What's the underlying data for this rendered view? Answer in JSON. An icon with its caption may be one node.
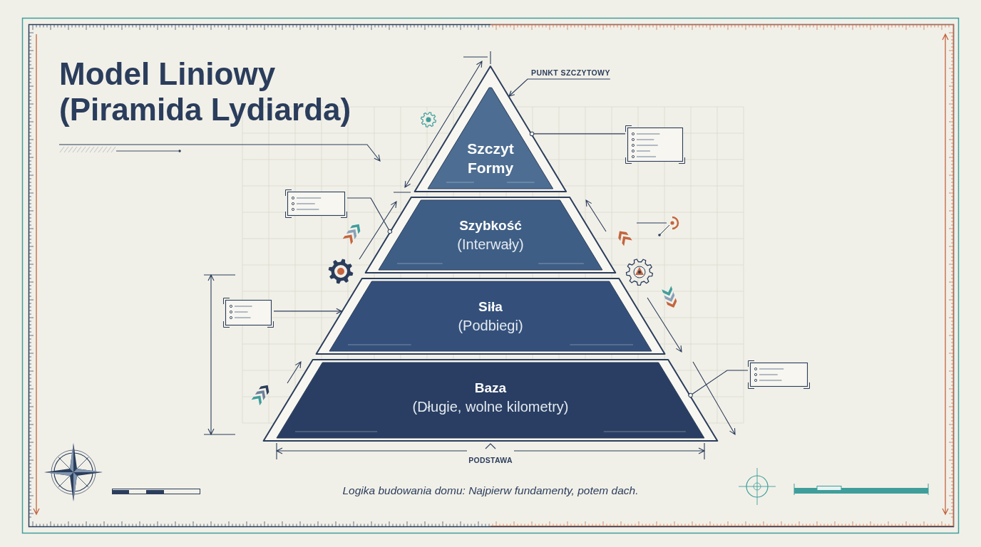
{
  "diagram": {
    "title": "Model Liniowy (Piramida Lydiarda)",
    "caption": "Logika budowania domu: Najpierw fundamenty, potem dach.",
    "nodes": [
      {
        "text": [
          "PUNKT SZCZYTOWY"
        ]
      },
      {
        "text": [
          "Szczyt Formy"
        ]
      },
      {
        "text": [],
        "shape": "box"
      },
      {
        "text": [],
        "shape": "box"
      },
      {
        "text": [
          "Szybkość",
          "(Interwały)"
        ]
      },
      {
        "text": [],
        "shape": "box"
      },
      {
        "text": [
          "Siła",
          "(Podbiegi)"
        ]
      },
      {
        "text": [
          "Baza",
          "(Długie, wolne kilometry)"
        ]
      },
      {
        "text": [],
        "shape": "box"
      }
    ],
    "edges": [
      {
        "from": 0,
        "to": 1,
        "arrow": "to"
      },
      {
        "from": 2,
        "to": 1,
        "arrow": "other"
      },
      {
        "from": 3,
        "to": 4,
        "arrow": "other"
      },
      {
        "from": 5,
        "to": 6,
        "arrow": "to"
      },
      {
        "from": 8,
        "to": 7,
        "arrow": "other"
      }
    ],
    "labels": [
      "PODSTAWA"
    ]
  }
}
